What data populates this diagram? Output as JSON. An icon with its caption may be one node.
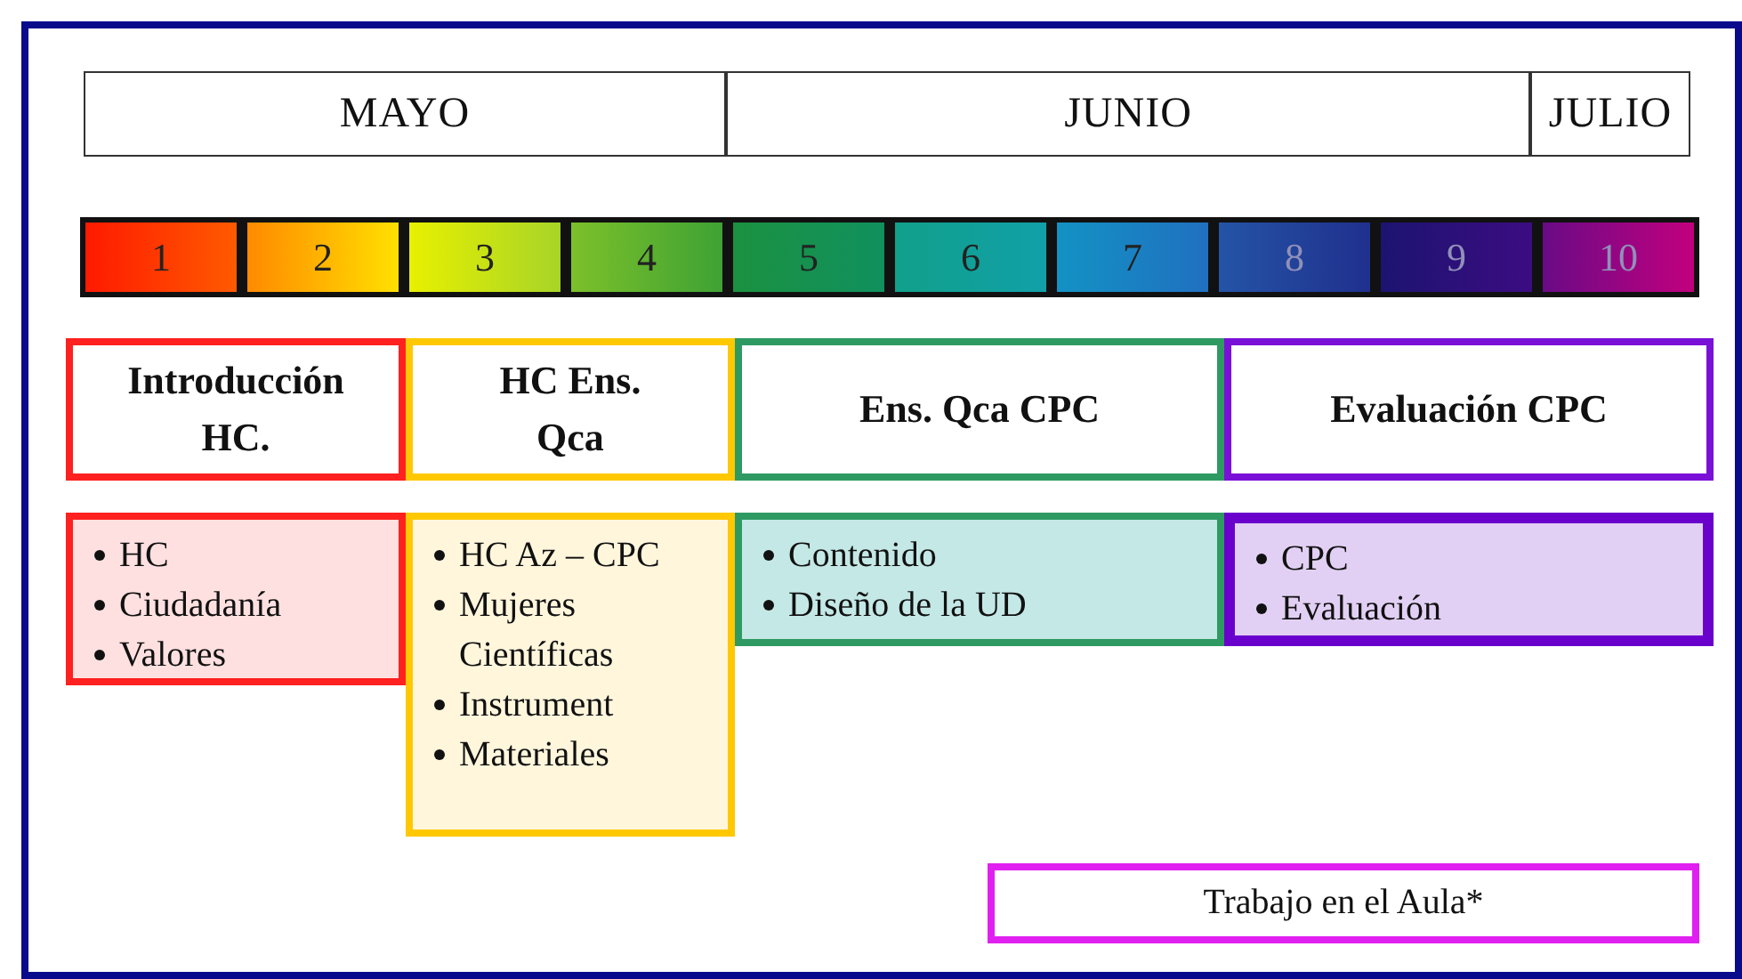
{
  "diagram": {
    "nodes": [
      {
        "text": [
          "MAYO"
        ]
      },
      {
        "text": [
          "JUNIO"
        ]
      },
      {
        "text": [
          "JULIO"
        ]
      },
      {
        "text": [
          "1"
        ]
      },
      {
        "text": [
          "2"
        ]
      },
      {
        "text": [
          "3"
        ]
      },
      {
        "text": [
          "4"
        ]
      },
      {
        "text": [
          "5"
        ]
      },
      {
        "text": [
          "6"
        ]
      },
      {
        "text": [
          "7"
        ]
      },
      {
        "text": [
          "8"
        ]
      },
      {
        "text": [
          "9"
        ]
      },
      {
        "text": [
          "10"
        ]
      },
      {
        "text": [
          "Introducción HC."
        ]
      },
      {
        "text": [
          "HC Ens. Qca"
        ]
      },
      {
        "text": [
          "Ens. Qca CPC"
        ]
      },
      {
        "text": [
          "Evaluación CPC"
        ]
      },
      {
        "text": [
          "HC",
          "Ciudadanía",
          "Valores"
        ]
      },
      {
        "text": [
          "HC Az – CPC",
          "Mujeres Científicas",
          "Instrument",
          "Materiales"
        ]
      },
      {
        "text": [
          "Contenido",
          "Diseño de la UD"
        ]
      },
      {
        "text": [
          "CPC",
          "Evaluación"
        ]
      },
      {
        "text": [
          "Trabajo en el Aula*"
        ]
      }
    ],
    "edges": []
  }
}
